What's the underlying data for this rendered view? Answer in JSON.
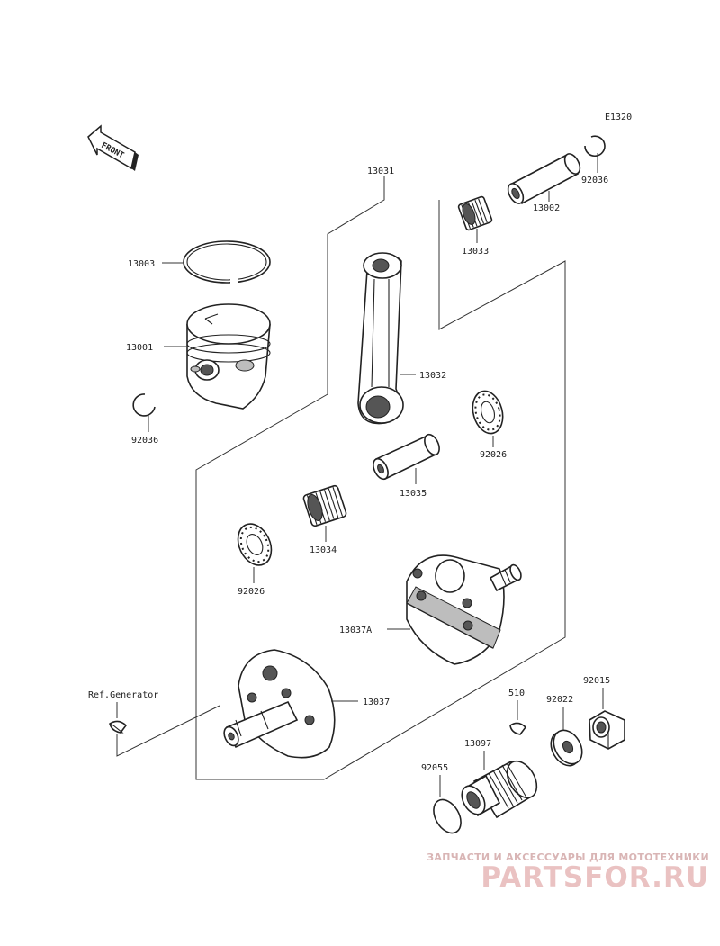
{
  "diagram": {
    "code": "E1320",
    "front_label": "FRONT",
    "ref_label": "Ref.Generator",
    "parts": {
      "p13031": "13031",
      "p13002": "13002",
      "p92036a": "92036",
      "p13033": "13033",
      "p13003": "13003",
      "p13001": "13001",
      "p92036b": "92036",
      "p13032": "13032",
      "p92026a": "92026",
      "p13035": "13035",
      "p13034": "13034",
      "p92026b": "92026",
      "p13037a": "13037A",
      "p13037": "13037",
      "p510": "510",
      "p92022": "92022",
      "p92015": "92015",
      "p13097": "13097",
      "p92055": "92055"
    }
  },
  "watermark": {
    "caption": "ЗАПЧАСТИ И АКСЕССУАРЫ ДЛЯ МОТОТЕХНИКИ",
    "logo": "PARTSFOR.RU"
  },
  "colors": {
    "line": "#222222",
    "background": "#ffffff",
    "watermark": "#eac2c2"
  }
}
